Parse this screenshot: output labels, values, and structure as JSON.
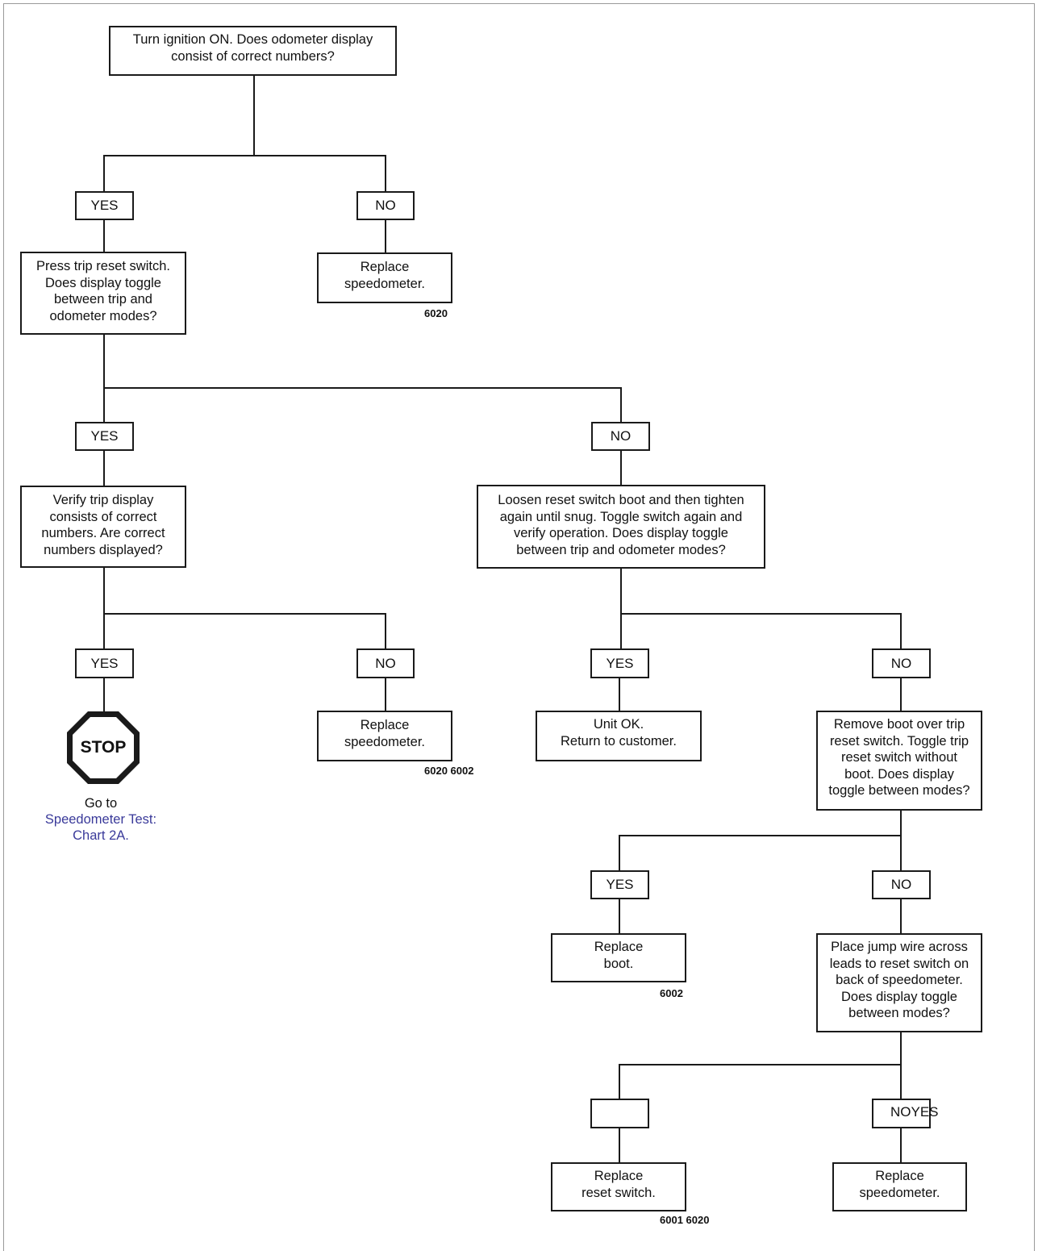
{
  "q1": "Turn ignition ON. Does odometer display\nconsist of correct numbers?",
  "q1_yes": "YES",
  "q1_no": "NO",
  "q1_no_action": "Replace\nspeedometer.",
  "q1_no_ref": "6020",
  "q2": "Press trip reset switch.\nDoes display toggle\nbetween trip and\nodometer modes?",
  "q2_yes": "YES",
  "q2_no": "NO",
  "q3": "Verify trip display\nconsists of correct\nnumbers. Are correct\nnumbers displayed?",
  "q3_yes": "YES",
  "q3_no": "NO",
  "stop_label": "STOP",
  "goto_text": "Go to",
  "goto_link": "Speedometer Test:\nChart 2A.",
  "q3_no_action": "Replace\nspeedometer.",
  "q3_no_ref": "6020 6002",
  "q4": "Loosen reset switch boot and then tighten\nagain until snug. Toggle switch again and\nverify operation. Does display toggle\nbetween trip and odometer modes?",
  "q4_yes": "YES",
  "q4_no": "NO",
  "q4_yes_action": "Unit OK.\nReturn to customer.",
  "q5": "Remove boot over trip\nreset switch. Toggle trip\nreset switch without\nboot. Does display\ntoggle between modes?",
  "q5_yes": "YES",
  "q5_no": "NO",
  "q5_yes_action": "Replace\nboot.",
  "q5_yes_ref": "6002",
  "q6": "Place jump wire across\nleads to reset switch on\nback of speedometer.\nDoes display toggle\nbetween modes?",
  "q6_left_label": "",
  "q6_right_label": "NOYES",
  "q6_left_action": "Replace\nreset switch.",
  "q6_left_ref": "6001 6020",
  "q6_right_action": "Replace\nspeedometer."
}
